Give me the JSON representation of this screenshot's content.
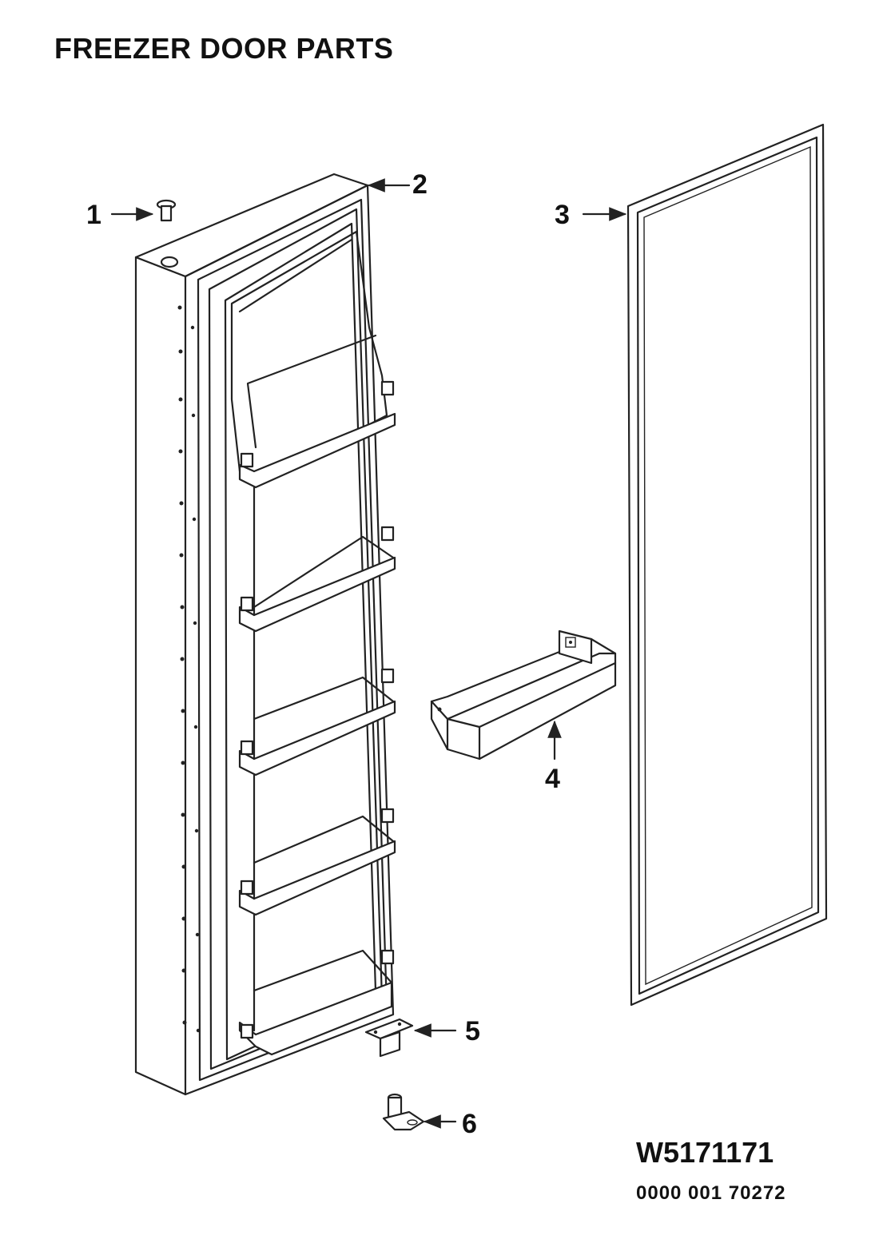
{
  "title": "FREEZER DOOR PARTS",
  "model": "W5171171",
  "code": "0000 001 70272",
  "callouts": [
    {
      "id": "callout-1",
      "label": "1"
    },
    {
      "id": "callout-2",
      "label": "2"
    },
    {
      "id": "callout-3",
      "label": "3"
    },
    {
      "id": "callout-4",
      "label": "4"
    },
    {
      "id": "callout-5",
      "label": "5"
    },
    {
      "id": "callout-6",
      "label": "6"
    }
  ]
}
